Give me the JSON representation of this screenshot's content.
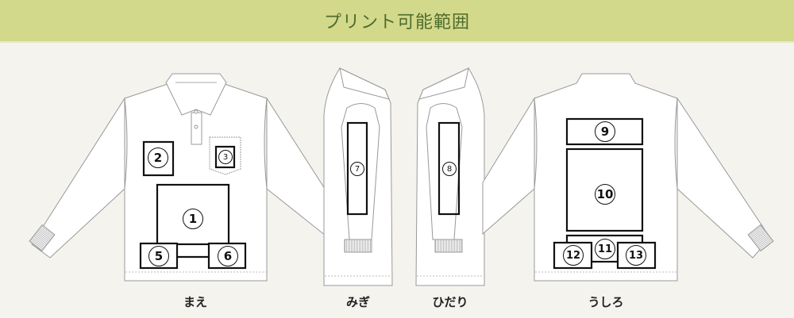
{
  "header": {
    "title": "プリント可能範囲",
    "background": "#d3d98b",
    "text_color": "#4e6b2d"
  },
  "views": [
    {
      "id": "front",
      "label": "まえ",
      "zones": [
        "1",
        "2",
        "3",
        "5",
        "6"
      ]
    },
    {
      "id": "right-sleeve",
      "label": "みぎ",
      "zones": [
        "7"
      ]
    },
    {
      "id": "left-sleeve",
      "label": "ひだり",
      "zones": [
        "8"
      ]
    },
    {
      "id": "back",
      "label": "うしろ",
      "zones": [
        "9",
        "10",
        "11",
        "12",
        "13"
      ]
    }
  ],
  "zones": {
    "z1": "1",
    "z2": "2",
    "z3": "3",
    "z5": "5",
    "z6": "6",
    "z7": "7",
    "z8": "8",
    "z9": "9",
    "z10": "10",
    "z11": "11",
    "z12": "12",
    "z13": "13"
  }
}
